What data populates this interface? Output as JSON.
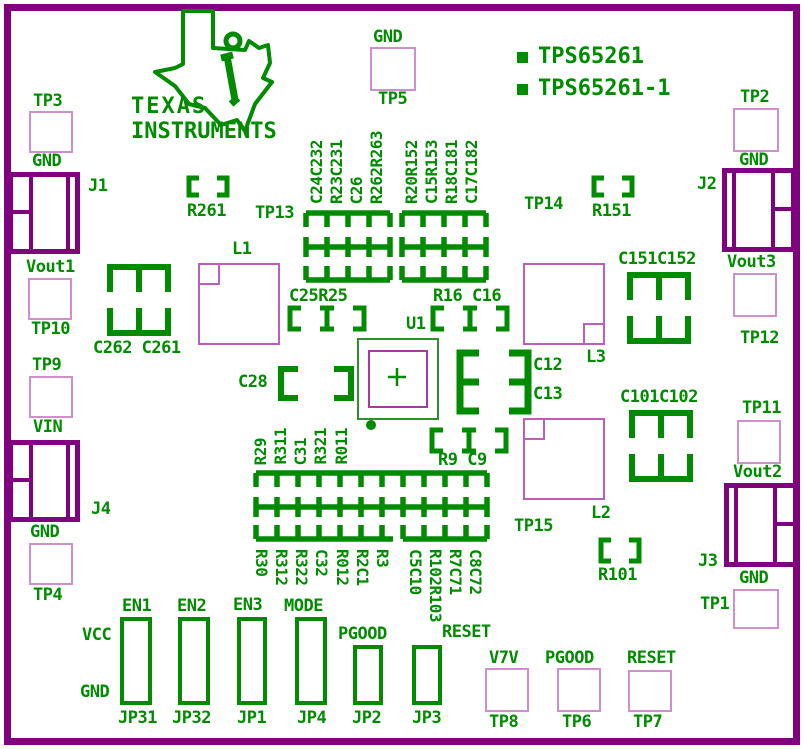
{
  "colors": {
    "silkscreen_green": "#008B00",
    "pad_outline_pink": "#CF8FCF",
    "connector_purple": "#800080",
    "inductor_outline_purple": "#BB5FBB",
    "ic_inner_purple": "#A23AA2"
  },
  "header": {
    "logo_line1": "TEXAS",
    "logo_line2": "INSTRUMENTS",
    "part_numbers": [
      "TPS65261",
      "TPS65261-1"
    ]
  },
  "test_points": {
    "tp3": {
      "top": "TP3",
      "bottom": "GND"
    },
    "tp5": {
      "top": "GND",
      "bottom": "TP5"
    },
    "tp2": {
      "top": "TP2",
      "bottom": "GND"
    },
    "tp10": {
      "top": "Vout1",
      "bottom": "TP10"
    },
    "tp9": {
      "top": "TP9",
      "bottom": "VIN"
    },
    "tp4": {
      "top": "GND",
      "bottom": "TP4"
    },
    "tp12": {
      "top": "Vout3",
      "bottom": "TP12"
    },
    "tp11": {
      "top": "TP11",
      "bottom": "Vout2"
    },
    "tp1": {
      "top": "GND",
      "side": "TP1"
    },
    "tp8": {
      "top": "V7V",
      "bottom": "TP8"
    },
    "tp6": {
      "top": "PGOOD",
      "bottom": "TP6"
    },
    "tp7": {
      "top": "RESET",
      "bottom": "TP7"
    },
    "tp13": "TP13",
    "tp14": "TP14",
    "tp15": "TP15"
  },
  "connectors": {
    "j1": "J1",
    "j2": "J2",
    "j3": "J3",
    "j4": "J4"
  },
  "inductors": {
    "l1": "L1",
    "l2": "L2",
    "l3": "L3"
  },
  "ic": {
    "label": "U1"
  },
  "components": {
    "r261": "R261",
    "r151": "R151",
    "r101": "R101",
    "c28": "C28",
    "c25r25": "C25R25",
    "r16c16": "R16 C16",
    "r9c9": "R9 C9",
    "c262c261": "C262 C261",
    "c151c152": "C151C152",
    "c101c102": "C101C102",
    "c12": "C12",
    "c13": "C13"
  },
  "vertical_labels": {
    "upper_left": [
      "C24C232",
      "R23C231",
      "C26",
      "R262R263"
    ],
    "upper_right": [
      "R20R152",
      "C15R153",
      "R18C181",
      "C17C182"
    ],
    "lower_top": [
      "R29",
      "R311",
      "C31",
      "R321",
      "R011"
    ],
    "lower_bottom": [
      "R30",
      "R312",
      "R322",
      "C32",
      "R012",
      "R2C1",
      "R3",
      "C5C10",
      "R102R103",
      "R7C71",
      "C8C72"
    ]
  },
  "jumper_block": {
    "rail_top": "VCC",
    "rail_bottom": "GND",
    "jumpers": [
      {
        "signal": "EN1",
        "name": "JP31"
      },
      {
        "signal": "EN2",
        "name": "JP32"
      },
      {
        "signal": "EN3",
        "name": "JP1"
      },
      {
        "signal": "MODE",
        "name": "JP4"
      },
      {
        "signal": "PGOOD",
        "name": "JP2"
      },
      {
        "signal": "RESET",
        "name": "JP3"
      }
    ]
  }
}
